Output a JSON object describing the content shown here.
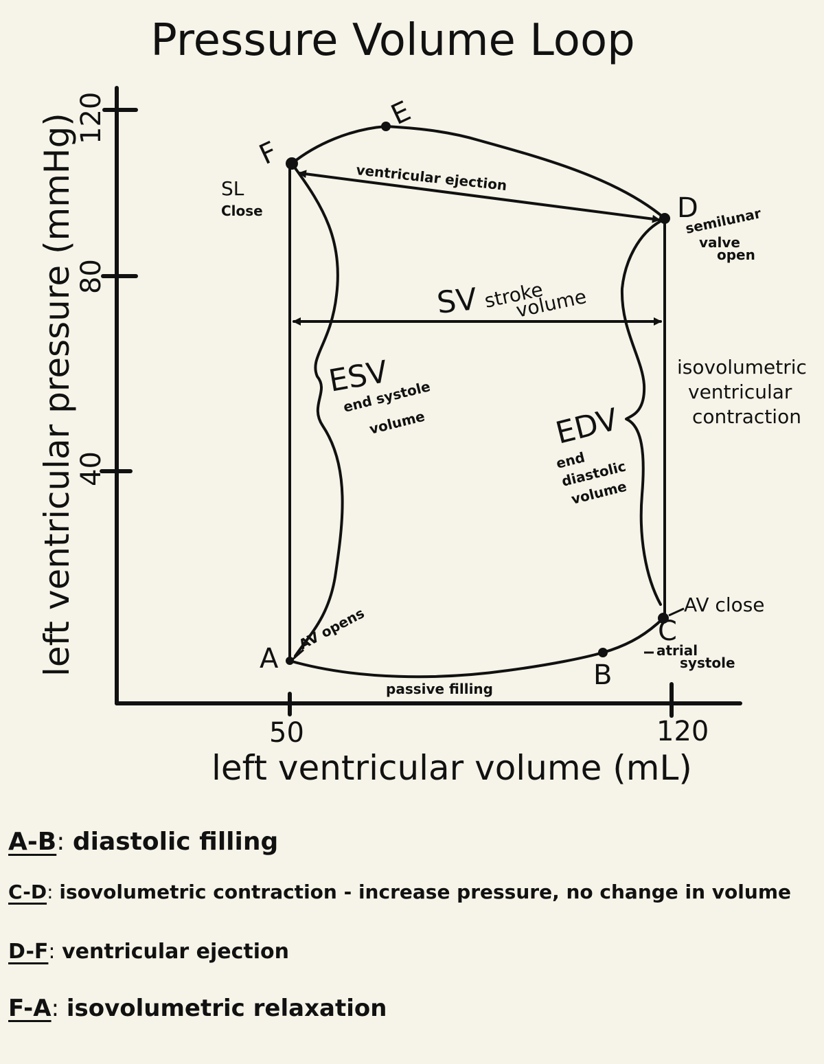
{
  "title": "Pressure Volume Loop",
  "y_axis": {
    "label": "left ventricular pressure (mmHg)",
    "ticks": [
      "120",
      "80",
      "40"
    ]
  },
  "x_axis": {
    "label": "left ventricular volume (mL)",
    "ticks": [
      "50",
      "120"
    ]
  },
  "points": {
    "A": "A",
    "B": "B",
    "C": "C",
    "D": "D",
    "E": "E",
    "F": "F"
  },
  "annotations": {
    "sl_close_1": "SL",
    "sl_close_2": "Close",
    "ventricular_ejection": "ventricular ejection",
    "semilunar_1": "semilunar",
    "semilunar_2": "valve",
    "semilunar_3": "open",
    "sv": "SV",
    "stroke_1": "stroke",
    "stroke_2": "volume",
    "esv": "ESV",
    "esv_1": "end systole",
    "esv_2": "volume",
    "iso_1": "isovolumetric",
    "iso_2": "ventricular",
    "iso_3": "contraction",
    "edv": "EDV",
    "edv_1": "end",
    "edv_2": "diastolic",
    "edv_3": "volume",
    "av_opens": "AV opens",
    "av_close": "AV close",
    "atrial_1": "atrial",
    "atrial_2": "systole",
    "passive_filling": "passive filling"
  },
  "legend": [
    {
      "key": "A-B",
      "desc": "diastolic filling"
    },
    {
      "key": "C-D",
      "desc": "isovolumetric contraction - increase pressure, no change in volume"
    },
    {
      "key": "D-F",
      "desc": "ventricular ejection"
    },
    {
      "key": "F-A",
      "desc": "isovolumetric relaxation"
    }
  ]
}
